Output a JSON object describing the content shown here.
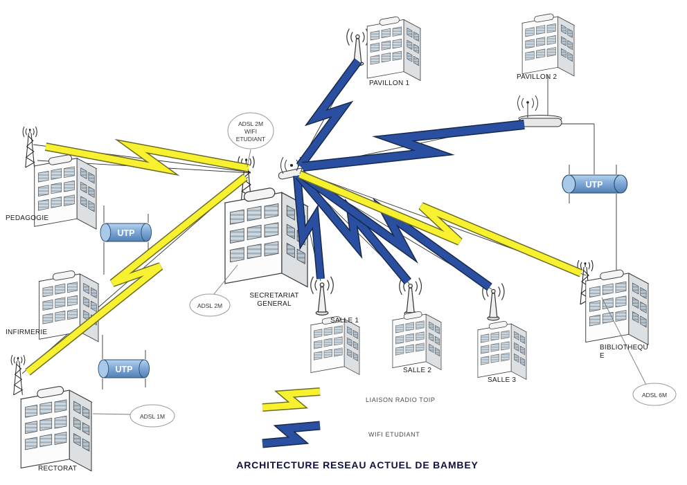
{
  "title": "ARCHITECTURE RESEAU ACTUEL DE BAMBEY",
  "buildings": {
    "pedagogie": "PEDAGOGIE",
    "infirmerie": "INFIRMERIE",
    "rectorat": "RECTORAT",
    "secretariat_line1": "SECRETARIAT",
    "secretariat_line2": "GENERAL",
    "pavillon1": "PAVILLON 1",
    "pavillon2": "PAVILLON 2",
    "salle1": "SALLE 1",
    "salle2": "SALLE 2",
    "salle3": "SALLE 3",
    "bibliotheque_line1": "BIBLIOTHEQU",
    "bibliotheque_line2": "E"
  },
  "callouts": {
    "adsl2m_wifi_line1": "ADSL 2M",
    "adsl2m_wifi_line2": "WIFI",
    "adsl2m_wifi_line3": "ETUDIANT",
    "adsl2m": "ADSL 2M",
    "adsl1m": "ADSL 1M",
    "adsl6m": "ADSL 6M"
  },
  "cables": {
    "utp1": "UTP",
    "utp2": "UTP",
    "utp3": "UTP"
  },
  "legend": {
    "radio_toip": "LIAISON RADIO TOIP",
    "wifi_etudiant": "WIFI ETUDIANT"
  },
  "colors": {
    "radio_toip": "#f8f130",
    "radio_toip_outline": "#6a6a28",
    "wifi_etudiant": "#2b4fa0",
    "wifi_etudiant_outline": "#16294d",
    "utp_fill": "#7fa9d8"
  }
}
